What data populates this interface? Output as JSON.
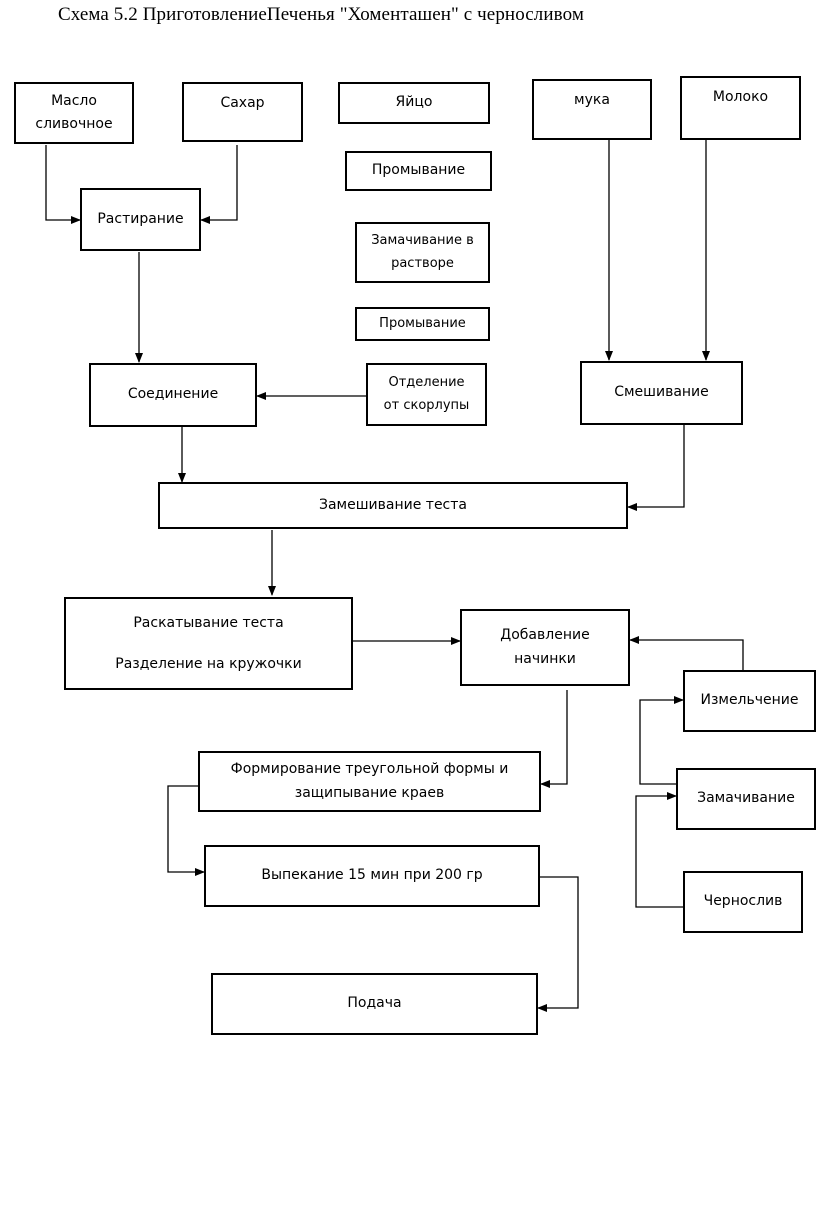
{
  "title": "Схема 5.2 ПриготовлениеПеченья \"Хоменташен\" с черносливом",
  "nodes": {
    "butter": {
      "line1": "Масло",
      "line2": "сливочное"
    },
    "sugar": {
      "text": "Сахар"
    },
    "egg": {
      "text": "Яйцо"
    },
    "flour": {
      "text": "мука"
    },
    "milk": {
      "text": "Молоко"
    },
    "rubbing": {
      "text": "Растирание"
    },
    "washing1": {
      "text": "Промывание"
    },
    "soaking_solution": {
      "line1": "Замачивание в",
      "line2": "растворе"
    },
    "washing2": {
      "text": "Промывание"
    },
    "shell_removal": {
      "line1": "Отделение",
      "line2": "от скорлупы"
    },
    "combining": {
      "text": "Соединение"
    },
    "mixing": {
      "text": "Смешивание"
    },
    "kneading": {
      "text": "Замешивание теста"
    },
    "rolling": {
      "line1": "Раскатывание теста",
      "line2": "Разделение на кружочки"
    },
    "adding_filling": {
      "line1": "Добавление",
      "line2": "начинки"
    },
    "grinding": {
      "text": "Измельчение"
    },
    "forming": {
      "line1": "Формирование  треугольной формы и",
      "line2": "защипывание краев"
    },
    "soaking": {
      "text": "Замачивание"
    },
    "baking": {
      "text": "Выпекание  15 мин при 200 гр"
    },
    "prunes": {
      "text": "Чернослив"
    },
    "serving": {
      "text": "Подача"
    }
  }
}
